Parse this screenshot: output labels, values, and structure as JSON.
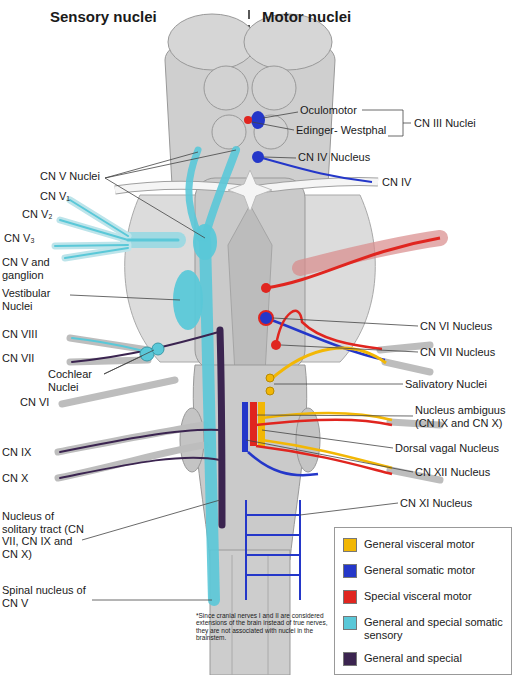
{
  "diagram": {
    "labels": [
      "Sensory nuclei",
      "Motor nuclei",
      "Oculomotor",
      "Edinger- Westphal",
      "CN III Nuclei",
      "CN V Nuclei",
      "CN V₁",
      "CN IV Nucleus",
      "CN V₂",
      "CN IV",
      "CN V₃",
      "CN V and ganglion",
      "Vestibular Nuclei",
      "CN VI Nucleus",
      "CN VIII",
      "CN VII Nucleus",
      "CN VII",
      "Cochlear Nuclei",
      "Salivatory Nuclei",
      "CN VI",
      "Nucleus ambiguus (CN IX and CN X)",
      "Dorsal vagal Nucleus",
      "CN IX",
      "CN XII Nucleus",
      "CN X",
      "Nucleus of solitary tract (CN VII, CN IX and CN X)",
      "CN XI Nucleus",
      "Spinal nucleus of CN V",
      "*Since cranial nerves I and II are considered extensions of the brain instead of true nerves, they are not associated with nuclei in the brainstem."
    ],
    "legend": [
      {
        "text": "General visceral motor",
        "color": "#f2b705"
      },
      {
        "text": "General somatic motor",
        "color": "#2437c9"
      },
      {
        "text": "Special visceral motor",
        "color": "#e0251f"
      },
      {
        "text": "General and special somatic sensory",
        "color": "#5ac8d8"
      },
      {
        "text": "General and special",
        "color": "#3b2450"
      }
    ]
  }
}
